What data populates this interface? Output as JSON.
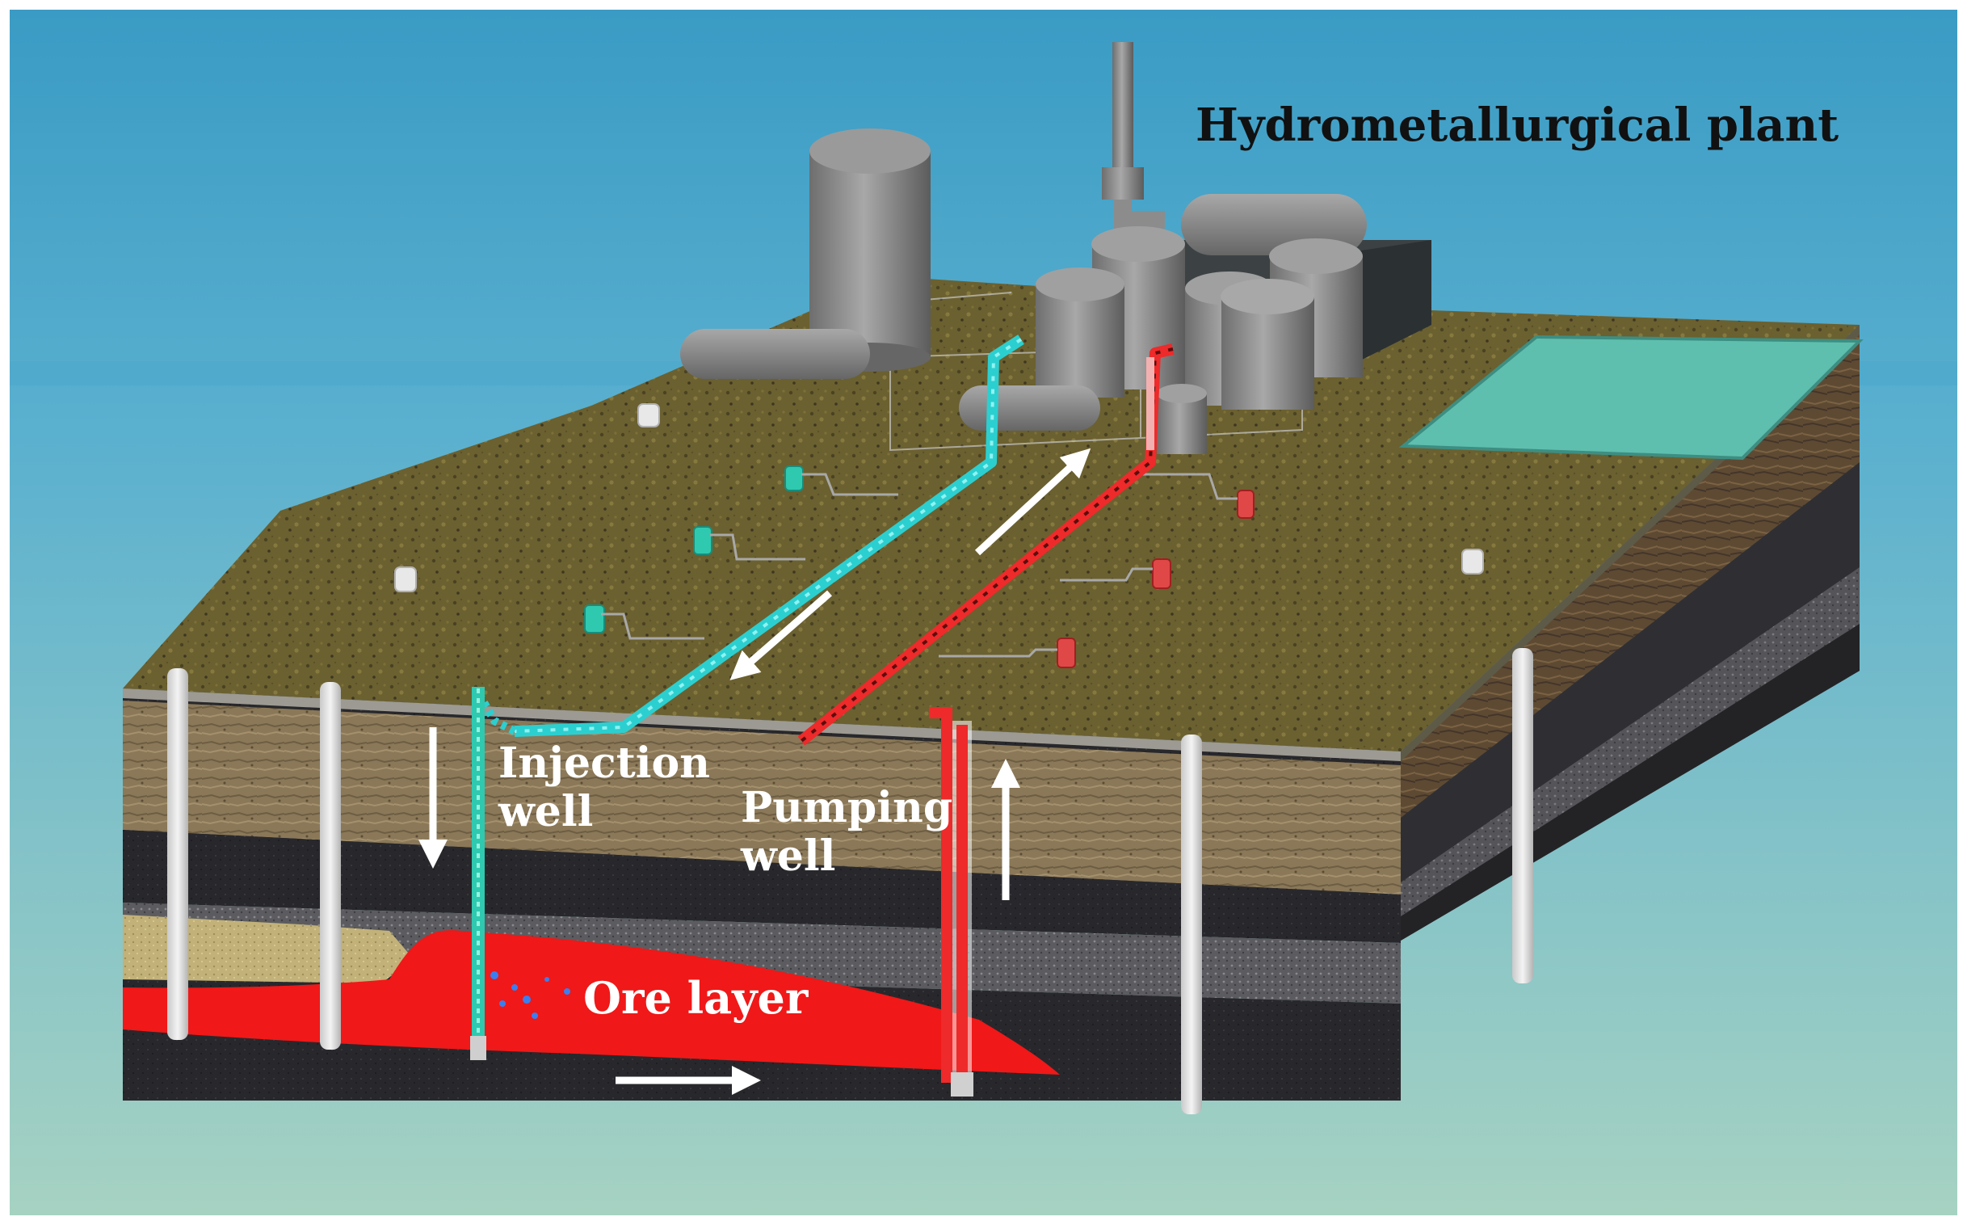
{
  "labels": {
    "plant": "Hydrometallurgical plant",
    "injection_line1": "Injection",
    "injection_line2": "well",
    "pumping_line1": "Pumping",
    "pumping_line2": "well",
    "ore": "Ore layer"
  },
  "colors": {
    "injection": "#33e0e0",
    "pumping": "#ee2a2a",
    "ore": "#f01818",
    "ground_top": "#6b6030",
    "equipment": "#8c8c8c",
    "pond": "#5fbfae",
    "flow_arrow": "#ffffff"
  }
}
